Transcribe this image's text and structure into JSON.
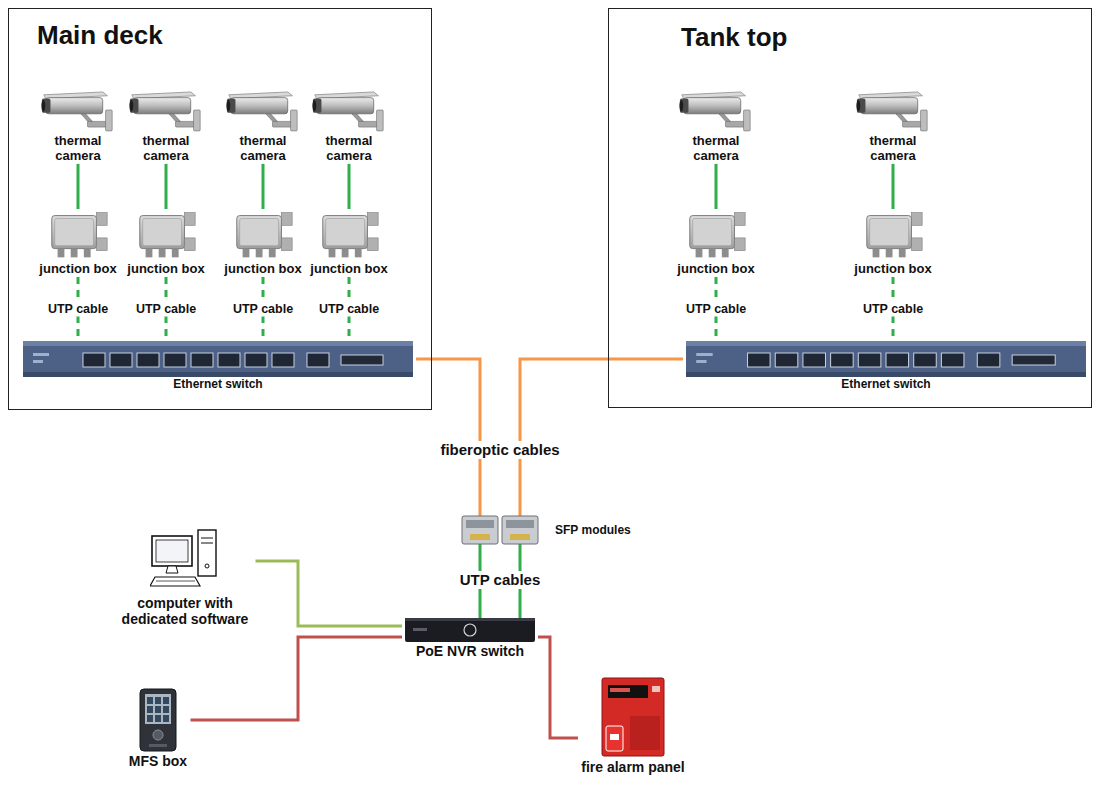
{
  "diagram": {
    "nodes": [
      {
        "text": [
          "Main deck"
        ]
      },
      {
        "text": [
          "thermal camera"
        ],
        "in": 0
      },
      {
        "text": [
          "thermal camera"
        ],
        "in": 0
      },
      {
        "text": [
          "thermal camera"
        ],
        "in": 0
      },
      {
        "text": [
          "thermal camera"
        ],
        "in": 0
      },
      {
        "text": [
          "junction box"
        ],
        "in": 0
      },
      {
        "text": [
          "junction box"
        ],
        "in": 0
      },
      {
        "text": [
          "junction box"
        ],
        "in": 0
      },
      {
        "text": [
          "junction box"
        ],
        "in": 0
      },
      {
        "text": [
          "Ethernet switch"
        ],
        "in": 0
      },
      {
        "text": [
          "Tank top"
        ]
      },
      {
        "text": [
          "thermal camera"
        ],
        "in": 10
      },
      {
        "text": [
          "thermal camera"
        ],
        "in": 10
      },
      {
        "text": [
          "junction box"
        ],
        "in": 10
      },
      {
        "text": [
          "junction box"
        ],
        "in": 10
      },
      {
        "text": [
          "Ethernet switch"
        ],
        "in": 10
      },
      {
        "text": [
          "computer with dedicated software"
        ]
      },
      {
        "text": [
          "PoE NVR switch"
        ]
      },
      {
        "text": [
          "MFS box"
        ]
      },
      {
        "text": [
          "fire alarm panel"
        ]
      }
    ],
    "edges": [
      {
        "from": 1,
        "to": 5,
        "arrow": "none"
      },
      {
        "from": 2,
        "to": 6,
        "arrow": "none"
      },
      {
        "from": 3,
        "to": 7,
        "arrow": "none"
      },
      {
        "from": 4,
        "to": 8,
        "arrow": "none"
      },
      {
        "from": 5,
        "to": 9,
        "label": "UTP cable",
        "arrow": "none"
      },
      {
        "from": 6,
        "to": 9,
        "label": "UTP cable",
        "arrow": "none"
      },
      {
        "from": 7,
        "to": 9,
        "label": "UTP cable",
        "arrow": "none"
      },
      {
        "from": 8,
        "to": 9,
        "label": "UTP cable",
        "arrow": "none"
      },
      {
        "from": 11,
        "to": 13,
        "arrow": "none"
      },
      {
        "from": 12,
        "to": 14,
        "arrow": "none"
      },
      {
        "from": 13,
        "to": 15,
        "label": "UTP cable",
        "arrow": "none"
      },
      {
        "from": 14,
        "to": 15,
        "label": "UTP cable",
        "arrow": "none"
      },
      {
        "from": 9,
        "to": 17,
        "arrow": "none"
      },
      {
        "from": 15,
        "to": 17,
        "arrow": "none"
      },
      {
        "from": 16,
        "to": 17,
        "arrow": "none"
      },
      {
        "from": 18,
        "to": 17,
        "arrow": "none"
      },
      {
        "from": 17,
        "to": 19,
        "arrow": "none"
      }
    ],
    "labels": [
      "fiberoptic cables",
      "SFP modules",
      "UTP cables"
    ]
  }
}
